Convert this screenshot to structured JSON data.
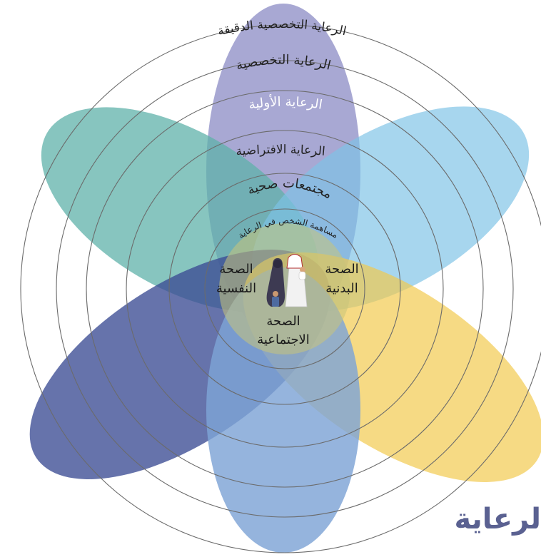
{
  "rings": [
    "الرعاية التخصصية الدقيقة",
    "الرعاية التخصصية",
    "الرعاية الأولية",
    "الرعاية الافتراضية",
    "مجتمعات صحية",
    "مساهمة الشخص في الرعاية"
  ],
  "center": {
    "physical": [
      "الصحة",
      "البدنية"
    ],
    "mental": [
      "الصحة",
      "النفسية"
    ],
    "social": [
      "الصحة",
      "الاجتماعية"
    ]
  },
  "cropped_title": "لرعاية",
  "colors": {
    "teal_petal": "#5fb2aa",
    "lightblue_petal": "#7ec2e6",
    "purple_top_petal": "#8f8fc6",
    "navy_petal": "#3b4b93",
    "yellow_petal": "#f1c94a",
    "blue_bottom_petal": "#7ea4d6",
    "center_fill": "#c9c57a",
    "ring_stroke": "#6b6b6b",
    "title": "#5a6191"
  },
  "icons": [
    "family-icon"
  ]
}
